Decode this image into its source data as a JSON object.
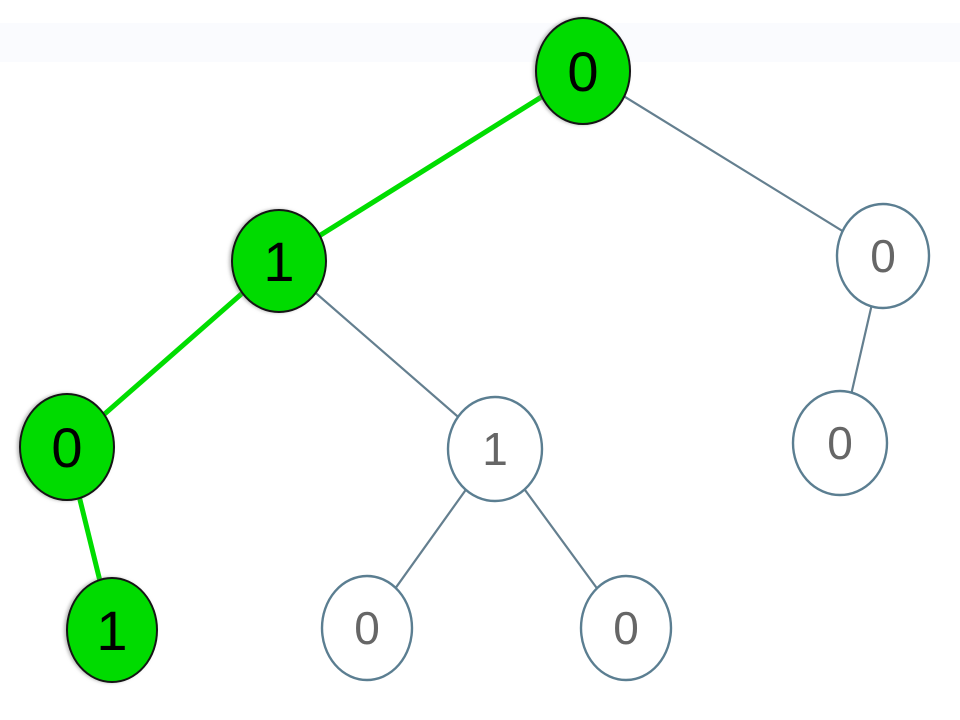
{
  "canvas": {
    "background": "#ffffff",
    "top_band_color": "#fafbfe"
  },
  "tree": {
    "highlight_fill": "#00db00",
    "highlight_edge": "#00dd00",
    "node_fill": "#ffffff",
    "node_border": "#5b7e91",
    "normal_edge": "#647f8f",
    "highlight_label_color": "#000000",
    "normal_label_color": "#666666",
    "highlighted_path_labels": [
      "0",
      "1",
      "0",
      "1"
    ],
    "nodes": [
      {
        "id": "root",
        "label": "0",
        "highlighted": true
      },
      {
        "id": "l",
        "label": "1",
        "highlighted": true
      },
      {
        "id": "r",
        "label": "0",
        "highlighted": false
      },
      {
        "id": "ll",
        "label": "0",
        "highlighted": true
      },
      {
        "id": "lr",
        "label": "1",
        "highlighted": false
      },
      {
        "id": "rl",
        "label": "0",
        "highlighted": false
      },
      {
        "id": "llr",
        "label": "1",
        "highlighted": true
      },
      {
        "id": "lrl",
        "label": "0",
        "highlighted": false
      },
      {
        "id": "lrr",
        "label": "0",
        "highlighted": false
      }
    ]
  }
}
